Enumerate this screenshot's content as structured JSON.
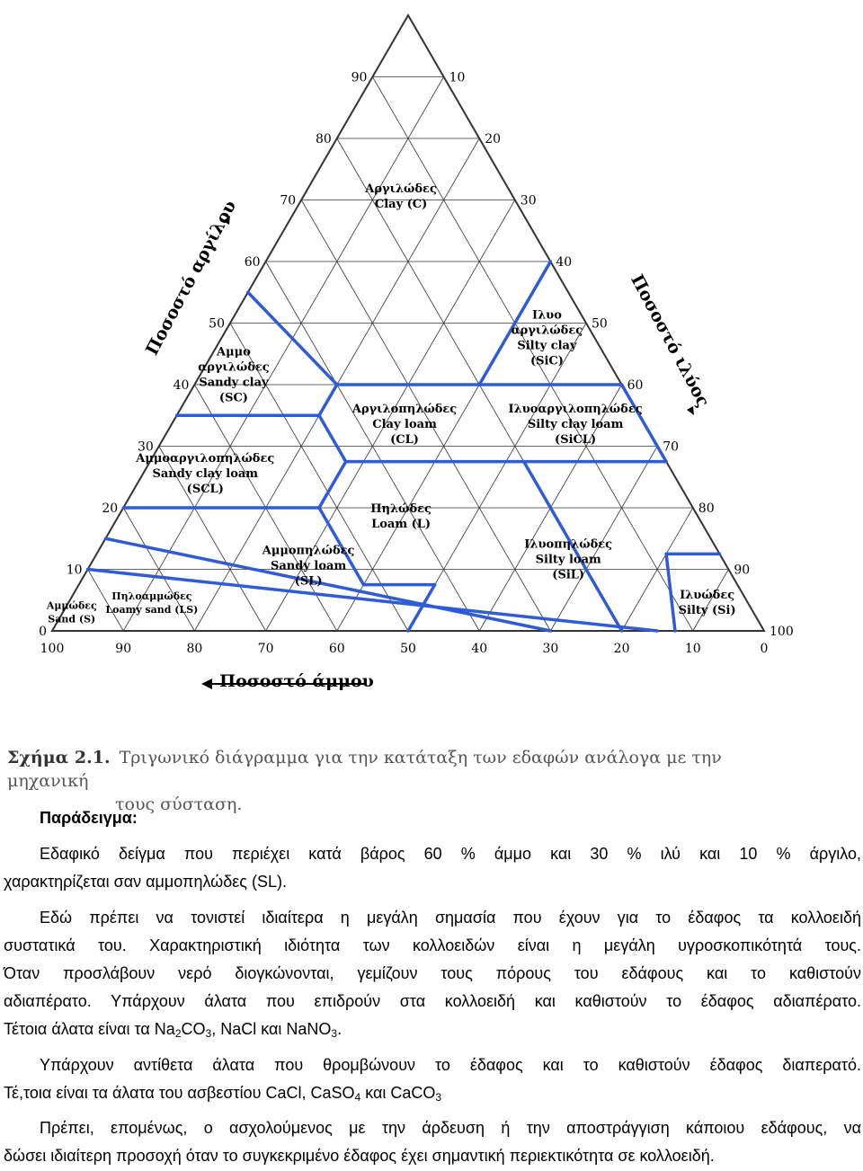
{
  "figure": {
    "bottom_ticks": [
      "100",
      "90",
      "80",
      "70",
      "60",
      "50",
      "40",
      "30",
      "20",
      "10",
      "0"
    ],
    "left_ticks": [
      "0",
      "10",
      "20",
      "30",
      "40",
      "50",
      "60",
      "70",
      "80",
      "90"
    ],
    "right_ticks": [
      "10",
      "20",
      "30",
      "40",
      "50",
      "60",
      "70",
      "80",
      "90",
      "100"
    ],
    "axis_clay": "Ποσοστό αργίλου",
    "axis_silt": "Ποσοστό ιλύος",
    "axis_sand": "Ποσοστό άμμου",
    "regions": {
      "clay": [
        "Αργιλώδες",
        "Clay  (C)"
      ],
      "silty_clay": [
        "Ιλυο",
        "αργιλώδες",
        "Silty clay",
        "(SiC)"
      ],
      "sandy_clay": [
        "Αμμο",
        "αργιλώδες",
        "Sandy clay",
        "(SC)"
      ],
      "clay_loam": [
        "Αργιλοπηλώδες",
        "Clay loam",
        "(CL)"
      ],
      "silty_clay_loam": [
        "Ιλυοαργιλοπηλώδες",
        "Silty clay loam",
        "(SiCL)"
      ],
      "sandy_clay_loam": [
        "Αμμοαργιλοπηλώδες",
        "Sandy clay loam",
        "(SCL)"
      ],
      "loam": [
        "Πηλώδες",
        "Loam  (L)"
      ],
      "silt_loam": [
        "Ιλυοπηλώδες",
        "Silty loam",
        "(SiL)"
      ],
      "sandy_loam": [
        "Αμμοπηλώδες",
        "Sandy loam",
        "(SL)"
      ],
      "loamy_sand": [
        "Πηλοαμμώδες",
        "Loamy sand  (LS)"
      ],
      "sand": [
        "Αμμώδες",
        "Sand  (S)"
      ],
      "silt": [
        "Ιλυώδες",
        "Silty (Si)"
      ]
    },
    "caption_label": "Σχήμα 2.1.",
    "caption_line1": "Τριγωνικό διάγραμμα για την κατάταξη των εδαφών ανάλογα με την μηχανική",
    "caption_line2": "τους σύσταση.",
    "colors": {
      "boundary": "#2f5bd6",
      "grid": "#333333"
    }
  },
  "text": {
    "heading": "Παράδειγμα:",
    "p1_line1": "Εδαφικό δείγμα που περιέχει κατά βάρος 60 % άμμο και 30 % ιλύ και 10 % άργιλο,",
    "p1_line2": "χαρακτηρίζεται σαν αμμοπηλώδες (SL).",
    "p2_line1": "Εδώ πρέπει να τονιστεί ιδιαίτερα η μεγάλη σημασία που έχουν για το έδαφος τα κολλοειδή",
    "p2_line2": "συστατικά του. Χαρακτηριστική ιδιότητα των κολλοειδών είναι η μεγάλη υγροσκοπικότητά τους.",
    "p2_line3": "Όταν προσλάβουν νερό διογκώνονται, γεμίζουν τους πόρους του εδάφους και το καθιστούν",
    "p2_line4": "αδιαπέρατο. Υπάρχουν άλατα που επιδρούν στα κολλοειδή και καθιστούν το έδαφος αδιαπέρατο.",
    "p2_line5_a": "Τέτοια άλατα είναι τα Na",
    "p2_line5_sub1": "2",
    "p2_line5_b": "CO",
    "p2_line5_sub2": "3",
    "p2_line5_c": ", NaCl και NaNO",
    "p2_line5_sub3": "3",
    "p2_line5_d": ".",
    "p3_line1": "Υπάρχουν αντίθετα άλατα που θρομβώνουν το έδαφος και το καθιστούν έδαφος διαπερατό.",
    "p3_line2_a": "Τέ,τοια είναι τα άλατα του ασβεστίου CaCl, CaSO",
    "p3_line2_sub1": "4",
    "p3_line2_b": " και CaCO",
    "p3_line2_sub2": "3",
    "p4_line1": "Πρέπει, επομένως, ο ασχολούμενος με την άρδευση ή την αποστράγγιση κάποιου εδάφους, να",
    "p4_line2": "δώσει ιδιαίτερη προσοχή όταν το συγκεκριμένο έδαφος έχει σημαντική περιεκτικότητα σε κολλοειδή."
  }
}
